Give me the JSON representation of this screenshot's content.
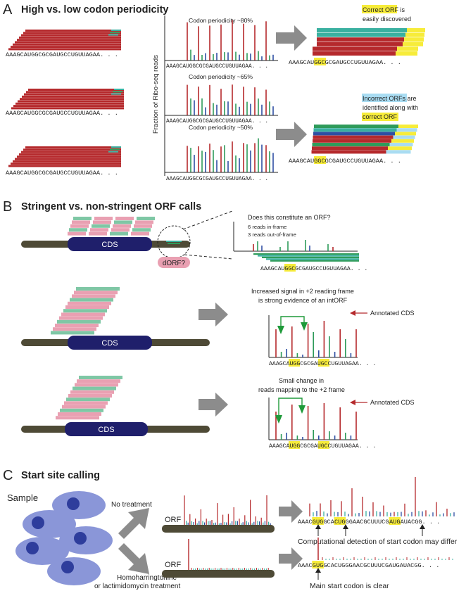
{
  "panelA": {
    "letter": "A",
    "title": "High vs. low codon periodicity",
    "sequence": "AAAGCAUGGCGCGAUGCCUGUUAGAA. . .",
    "y_axis_label": "Fraction of Ribo-seq reads",
    "plots": [
      {
        "label": "Codon periodicity ~80%",
        "periodicity": 0.8
      },
      {
        "label": "Codon periodicity ~65%",
        "periodicity": 0.65
      },
      {
        "label": "Codon periodicity ~50%",
        "periodicity": 0.5
      }
    ],
    "correct_orf_label_highlight": "Correct ORF",
    "correct_orf_label_rest": " is",
    "correct_orf_label_line2": "easily discovered",
    "incorrect_orf_label_highlight": "Incorrect ORFs",
    "incorrect_orf_label_rest": " are",
    "incorrect_orf_label_line2": "identified along with",
    "incorrect_orf_label_line3": "correct ORF",
    "right_sequence_prefix": "AAAGC",
    "right_sequence_start": "AUG",
    "right_sequence_suffix": "GCGCGAUGCCUGUUAGAA. . ."
  },
  "panelB": {
    "letter": "B",
    "title": "Stringent vs. non-stringent ORF calls",
    "cds_label": "CDS",
    "dorf_label": "dORF?",
    "question": "Does this constitute an ORF?",
    "reads_in_frame": "6 reads in-frame",
    "reads_out_frame": "3 reads out-of-frame",
    "zoom_seq_prefix": "AAAGC",
    "zoom_seq_start": "AUG",
    "zoom_seq_suffix": "GCGCGAUGCCUGUUAGAA. . .",
    "case1_text_line1": "Increased signal in +2 reading frame",
    "case1_text_line2": "is strong evidence of an intORF",
    "case2_text_line1": "Small change in",
    "case2_text_line2": "reads mapping to the +2 frame",
    "annotated_cds": "Annotated CDS",
    "seq2_part1": "AAAGC",
    "seq2_aug1": "AUG",
    "seq2_part2": "GCGCG",
    "seq2_aug2": "AUG",
    "seq2_part3": "CCUGUUAGAA. . ."
  },
  "panelC": {
    "letter": "C",
    "title": "Start site calling",
    "sample_label": "Sample",
    "no_treatment": "No treatment",
    "treatment_line1": "Homoharringtonine",
    "treatment_line2": "or lactimidomycin treatment",
    "orf_label": "ORF",
    "seq1": [
      {
        "t": "AAAC",
        "h": false
      },
      {
        "t": "GUG",
        "h": true
      },
      {
        "t": "GCA",
        "h": false
      },
      {
        "t": "CUG",
        "h": true
      },
      {
        "t": "GGAACGCUUUCG",
        "h": false
      },
      {
        "t": "AUG",
        "h": true
      },
      {
        "t": "AUACGG. . .",
        "h": false
      }
    ],
    "seq2": [
      {
        "t": "AAAC",
        "h": false
      },
      {
        "t": "GUG",
        "h": true
      },
      {
        "t": "GCACUGGGAACGCUUUCGAUGAUACGG. . .",
        "h": false
      }
    ],
    "note1": "Computational detection of start codon may differ",
    "note2": "Main start codon is clear"
  },
  "colors": {
    "red": "#b5292c",
    "green": "#2e9b5a",
    "blue": "#2f4fa3",
    "teal": "#3ab0a0",
    "yellow": "#f7ec3a",
    "light_blue": "#a9dcf2",
    "gray_arrow": "#8c8c8c",
    "cds": "#1f1f6b",
    "track": "#4e4a36",
    "pink": "#e9a0b2",
    "cell": "#8a96d8",
    "nucleus": "#2e3d9c"
  }
}
